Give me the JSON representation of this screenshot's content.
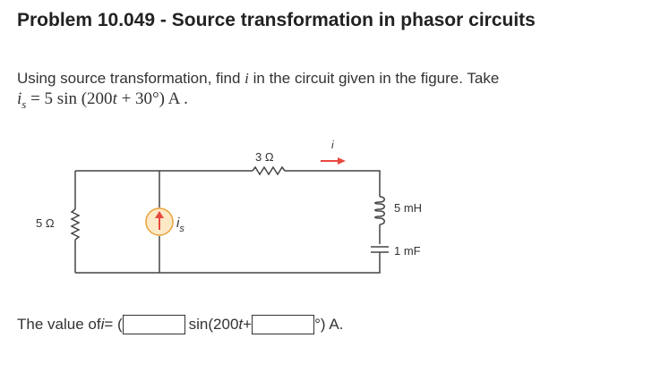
{
  "problem": {
    "title": "Problem 10.049 - Source transformation in phasor circuits",
    "prompt_before": "Using source transformation, find ",
    "prompt_var": "i",
    "prompt_after": " in the circuit given in the figure. Take",
    "formula": {
      "lhs_var": "i",
      "lhs_sub": "s",
      "eq": " = 5 sin (200",
      "t": "t",
      "rest": " + 30°) A ."
    }
  },
  "circuit": {
    "resistor_left_label": "5 Ω",
    "resistor_top_label": "3 Ω",
    "current_label": "i",
    "source_label": "i",
    "source_sub": "s",
    "inductor_label": "5 mH",
    "capacitor_label": "1 mF",
    "accent_color": "#e8493f"
  },
  "answer": {
    "prefix": "The value of ",
    "var": "i",
    "eq_paren": " = (",
    "mid_text": "sin(200",
    "mid_t": "t",
    "mid_plus": " + ",
    "suffix": "°) A.",
    "amplitude_value": "",
    "phase_value": ""
  }
}
